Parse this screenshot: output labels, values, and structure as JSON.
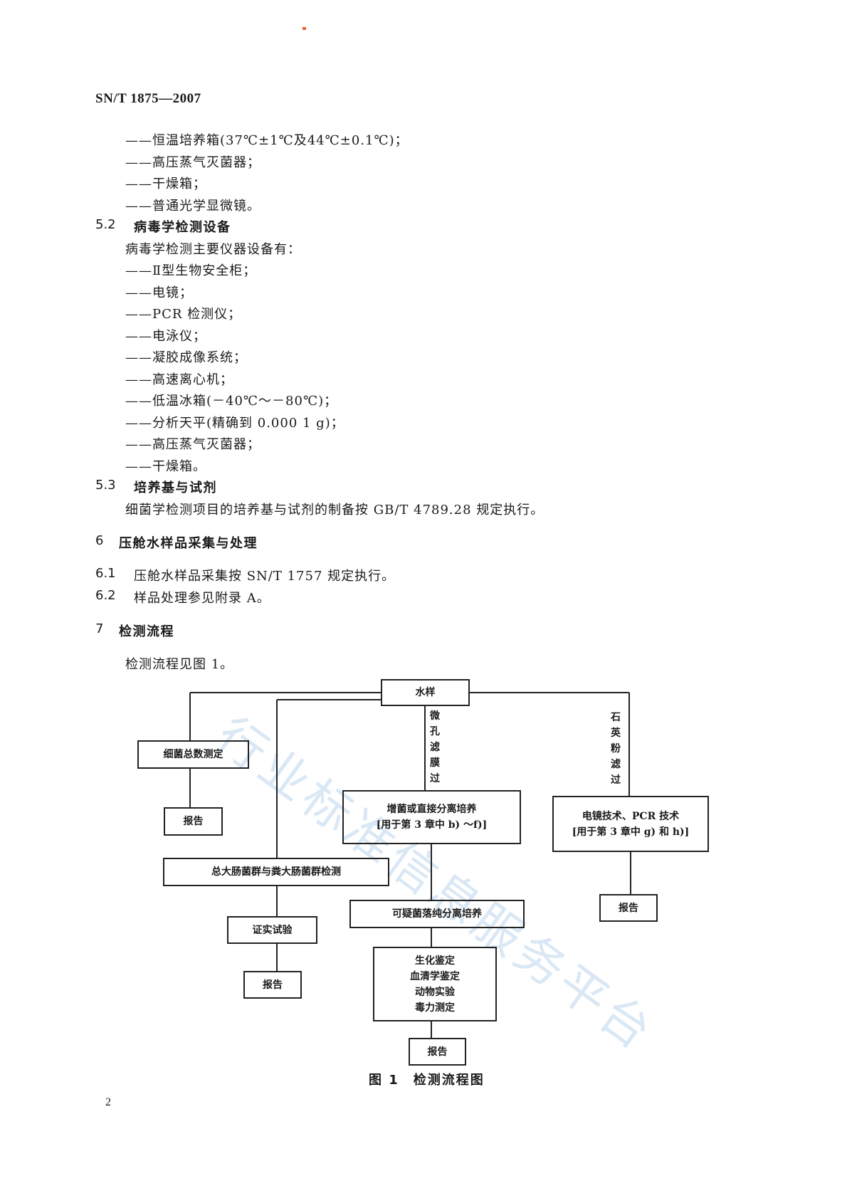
{
  "header": {
    "doc_code": "SN/T 1875—2007"
  },
  "list_a": [
    "——恒温培养箱(37℃±1℃及44℃±0.1℃)；",
    "——高压蒸气灭菌器；",
    "——干燥箱；",
    "——普通光学显微镜。"
  ],
  "s52": {
    "num": "5.2",
    "title": "病毒学检测设备",
    "intro": "病毒学检测主要仪器设备有：",
    "items": [
      "——Ⅱ型生物安全柜；",
      "——电镜；",
      "——PCR 检测仪；",
      "——电泳仪；",
      "——凝胶成像系统；",
      "——高速离心机；",
      "——低温冰箱(－40℃～－80℃)；",
      "——分析天平(精确到 0.000 1 g)；",
      "——高压蒸气灭菌器；",
      "——干燥箱。"
    ]
  },
  "s53": {
    "num": "5.3",
    "title": "培养基与试剂",
    "text": "细菌学检测项目的培养基与试剂的制备按 GB/T 4789.28 规定执行。"
  },
  "s6": {
    "num": "6",
    "title": "压舱水样品采集与处理",
    "s61_num": "6.1",
    "s61_text": "压舱水样品采集按 SN/T 1757 规定执行。",
    "s62_num": "6.2",
    "s62_text": "样品处理参见附录 A。"
  },
  "s7": {
    "num": "7",
    "title": "检测流程",
    "text": "检测流程见图 1。"
  },
  "flow": {
    "water": "水样",
    "micro_filter": "微孔滤膜过",
    "quartz_filter": "石英粉滤过",
    "total_count": "细菌总数测定",
    "report": "报告",
    "enrich_l1": "增菌或直接分离培养",
    "enrich_l2": "[用于第 3 章中 b) ～f)]",
    "em_l1": "电镜技术、PCR 技术",
    "em_l2": "[用于第 3 章中 g) 和 h)]",
    "coliform": "总大肠菌群与粪大肠菌群检测",
    "suspect": "可疑菌落纯分离培养",
    "confirm": "证实试验",
    "tests": [
      "生化鉴定",
      "血清学鉴定",
      "动物实验",
      "毒力测定"
    ]
  },
  "figure": {
    "caption": "图 1　检测流程图"
  },
  "watermark": "行业标准信息服务平台",
  "page_number": "2",
  "colors": {
    "accent_dot": "#e8632a",
    "watermark": "#bcd6ee"
  }
}
